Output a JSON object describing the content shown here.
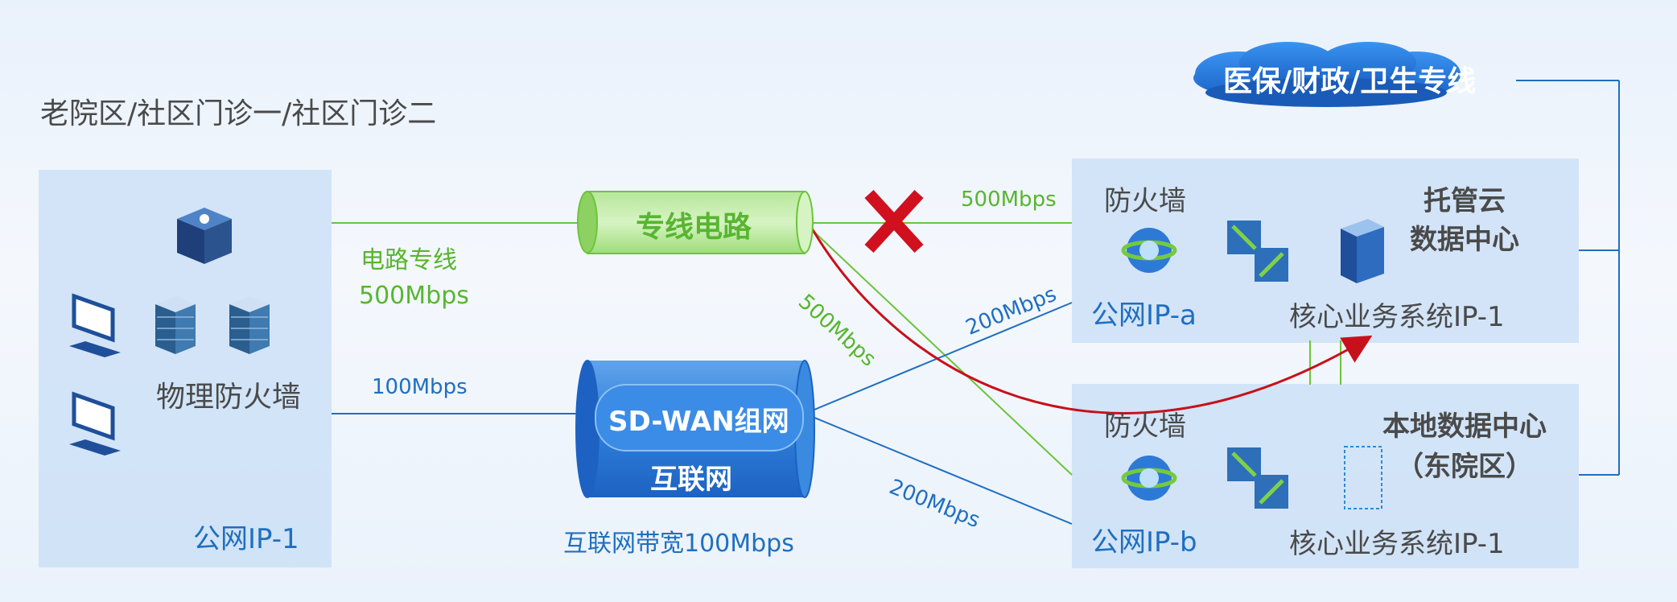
{
  "site_title": "老院区/社区门诊一/社区门诊二",
  "left_panel": {
    "firewall_label": "物理防火墙",
    "ip_label": "公网IP-1"
  },
  "links": {
    "dedicated_line_label": "电路专线",
    "dedicated_line_speed": "500Mbps",
    "internet_speed_left": "100Mbps",
    "dedicated_to_cloud_speed": "500Mbps",
    "dedicated_to_local_speed": "500Mbps",
    "sdwan_to_cloud_speed": "200Mbps",
    "sdwan_to_local_speed": "200Mbps"
  },
  "center": {
    "dedicated_circuit": "专线电路",
    "sdwan": "SD-WAN组网",
    "internet": "互联网",
    "internet_bandwidth": "互联网带宽100Mbps"
  },
  "cloud_banner": "医保/财政/卫生专线",
  "hosted_dc": {
    "firewall_label": "防火墙",
    "title_line1": "托管云",
    "title_line2": "数据中心",
    "ip_label": "公网IP-a",
    "core_system": "核心业务系统IP-1"
  },
  "local_dc": {
    "firewall_label": "防火墙",
    "title_line1": "本地数据中心",
    "title_line2": "（东院区）",
    "ip_label": "公网IP-b",
    "core_system": "核心业务系统IP-1"
  },
  "colors": {
    "green_link": "#6cc43a",
    "blue_link": "#1f6fc0",
    "red_path": "#c8101a",
    "panel": "#c8def6"
  }
}
